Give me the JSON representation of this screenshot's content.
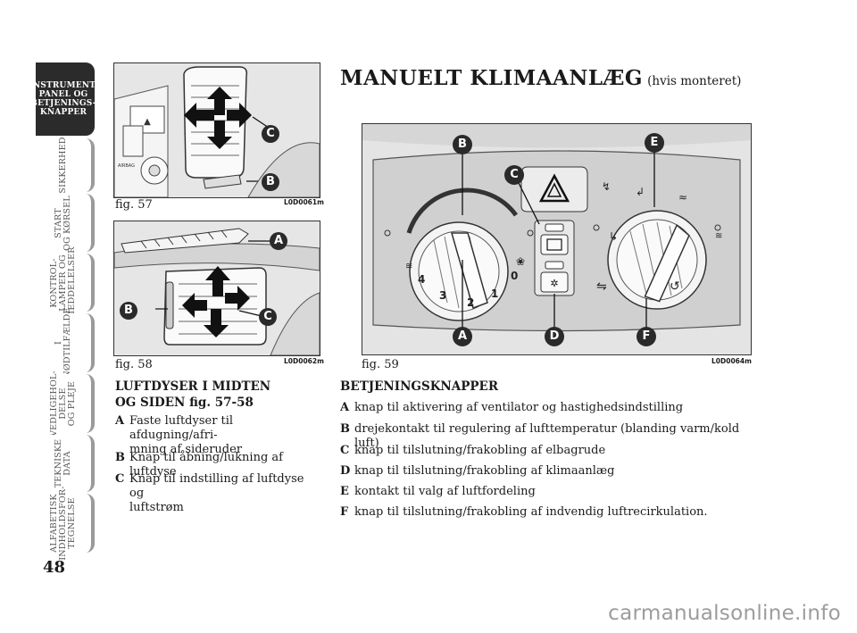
{
  "sidebar": {
    "tabs": [
      {
        "label": "INSTRUMENT-\nPANEL OG\nBETJENINGS-\nKNAPPER",
        "active": true
      },
      {
        "label": "SIKKERHED",
        "active": false
      },
      {
        "label": "START\nOG KØRSEL",
        "active": false
      },
      {
        "label": "KONTROL-\nLAMPER OG\nMEDDELELSER",
        "active": false
      },
      {
        "label": "I\nNØDTILFÆLDE",
        "active": false
      },
      {
        "label": "VEDLIGEHOL-\nDELSE\nOG PLEJE",
        "active": false
      },
      {
        "label": "TEKNISKE\nDATA",
        "active": false
      },
      {
        "label": "ALFABETISK\nINDHOLDSFOR-\nTEGNELSE",
        "active": false
      }
    ]
  },
  "page_number": "48",
  "title": {
    "main": "MANUELT KLIMAANLÆG",
    "sub": "(hvis monteret)"
  },
  "figures": {
    "fig57": {
      "label": "fig. 57",
      "code": "L0D0061m",
      "callouts": [
        "C",
        "B"
      ],
      "badge": "AIRBAG"
    },
    "fig58": {
      "label": "fig. 58",
      "code": "L0D0062m",
      "callouts": [
        "A",
        "B",
        "C"
      ]
    },
    "fig59": {
      "label": "fig. 59",
      "code": "L0D0064m",
      "callouts": [
        "B",
        "E",
        "C",
        "A",
        "D",
        "F"
      ],
      "speed_marks": [
        "4",
        "3",
        "2",
        "1",
        "0"
      ]
    }
  },
  "left_section": {
    "heading_line1": "LUFTDYSER I MIDTEN",
    "heading_line2": "OG SIDEN fig. 57-58",
    "items": [
      {
        "key": "A",
        "text": "Faste luftdyser til afdugning/afri-",
        "text2": "mning af sideruder"
      },
      {
        "key": "B",
        "text": "Knap til åbning/lukning af luftdyse",
        "text2": ""
      },
      {
        "key": "C",
        "text": "Knap til indstilling af luftdyse og",
        "text2": "luftstrøm"
      }
    ]
  },
  "right_section": {
    "heading": "BETJENINGSKNAPPER",
    "items": [
      {
        "key": "A",
        "text": "knap til aktivering af ventilator og hastighedsindstilling"
      },
      {
        "key": "B",
        "text": "drejekontakt til regulering af lufttemperatur (blanding varm/kold luft)"
      },
      {
        "key": "C",
        "text": "knap til tilslutning/frakobling af elbagrude"
      },
      {
        "key": "D",
        "text": "knap til tilslutning/frakobling af klimaanlæg"
      },
      {
        "key": "E",
        "text": "kontakt til valg af luftfordeling"
      },
      {
        "key": "F",
        "text": "knap til tilslutning/frakobling af indvendig luftrecirkulation."
      }
    ]
  },
  "watermark": "carmanualsonline.info"
}
